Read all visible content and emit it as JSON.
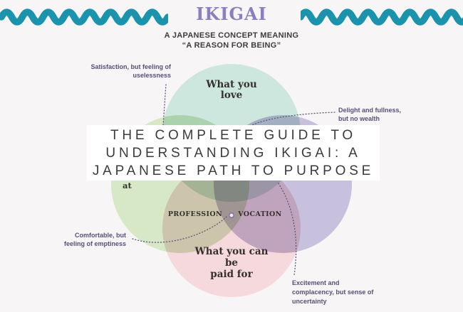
{
  "colors": {
    "background": "#f7f5f5",
    "wave_teal": "#1b93ad",
    "title_purple": "#8d7ec1",
    "heading_dark": "#3e3b3c",
    "banner_background": "#ffffff",
    "banner_text": "#3c3b3b",
    "note_purple": "#56507a",
    "diagram_text": "#33302b",
    "dotted_line": "#5f5878",
    "circle_love": "#cde7df",
    "circle_good_at": "#d6e8c6",
    "circle_world_needs": "#c8c1dd",
    "circle_paid_for": "#f5d9dc"
  },
  "header": {
    "title": "IKIGAI",
    "subtitle_line1": "A JAPANESE CONCEPT MEANING",
    "subtitle_line2": "“A REASON FOR BEING”"
  },
  "overlay_title": {
    "line1": "THE COMPLETE GUIDE TO",
    "line2": "UNDERSTANDING IKIGAI: A",
    "line3": "JAPANESE PATH TO PURPOSE"
  },
  "venn": {
    "love_label": "What you\nlove",
    "good_at_visible_fragment": "at",
    "paid_for_label": "What you can be\npaid for",
    "profession_label": "PROFESSION",
    "vocation_label": "VOCATION"
  },
  "notes": {
    "satisfaction": "Satisfaction, but feeling of\nuselessness",
    "delight": "Delight and fullness,\nbut no wealth",
    "comfortable": "Comfortable, but\nfeeling of emptiness",
    "excitement": "Excitement and\ncomplacency, but sense of\nuncertainty"
  }
}
